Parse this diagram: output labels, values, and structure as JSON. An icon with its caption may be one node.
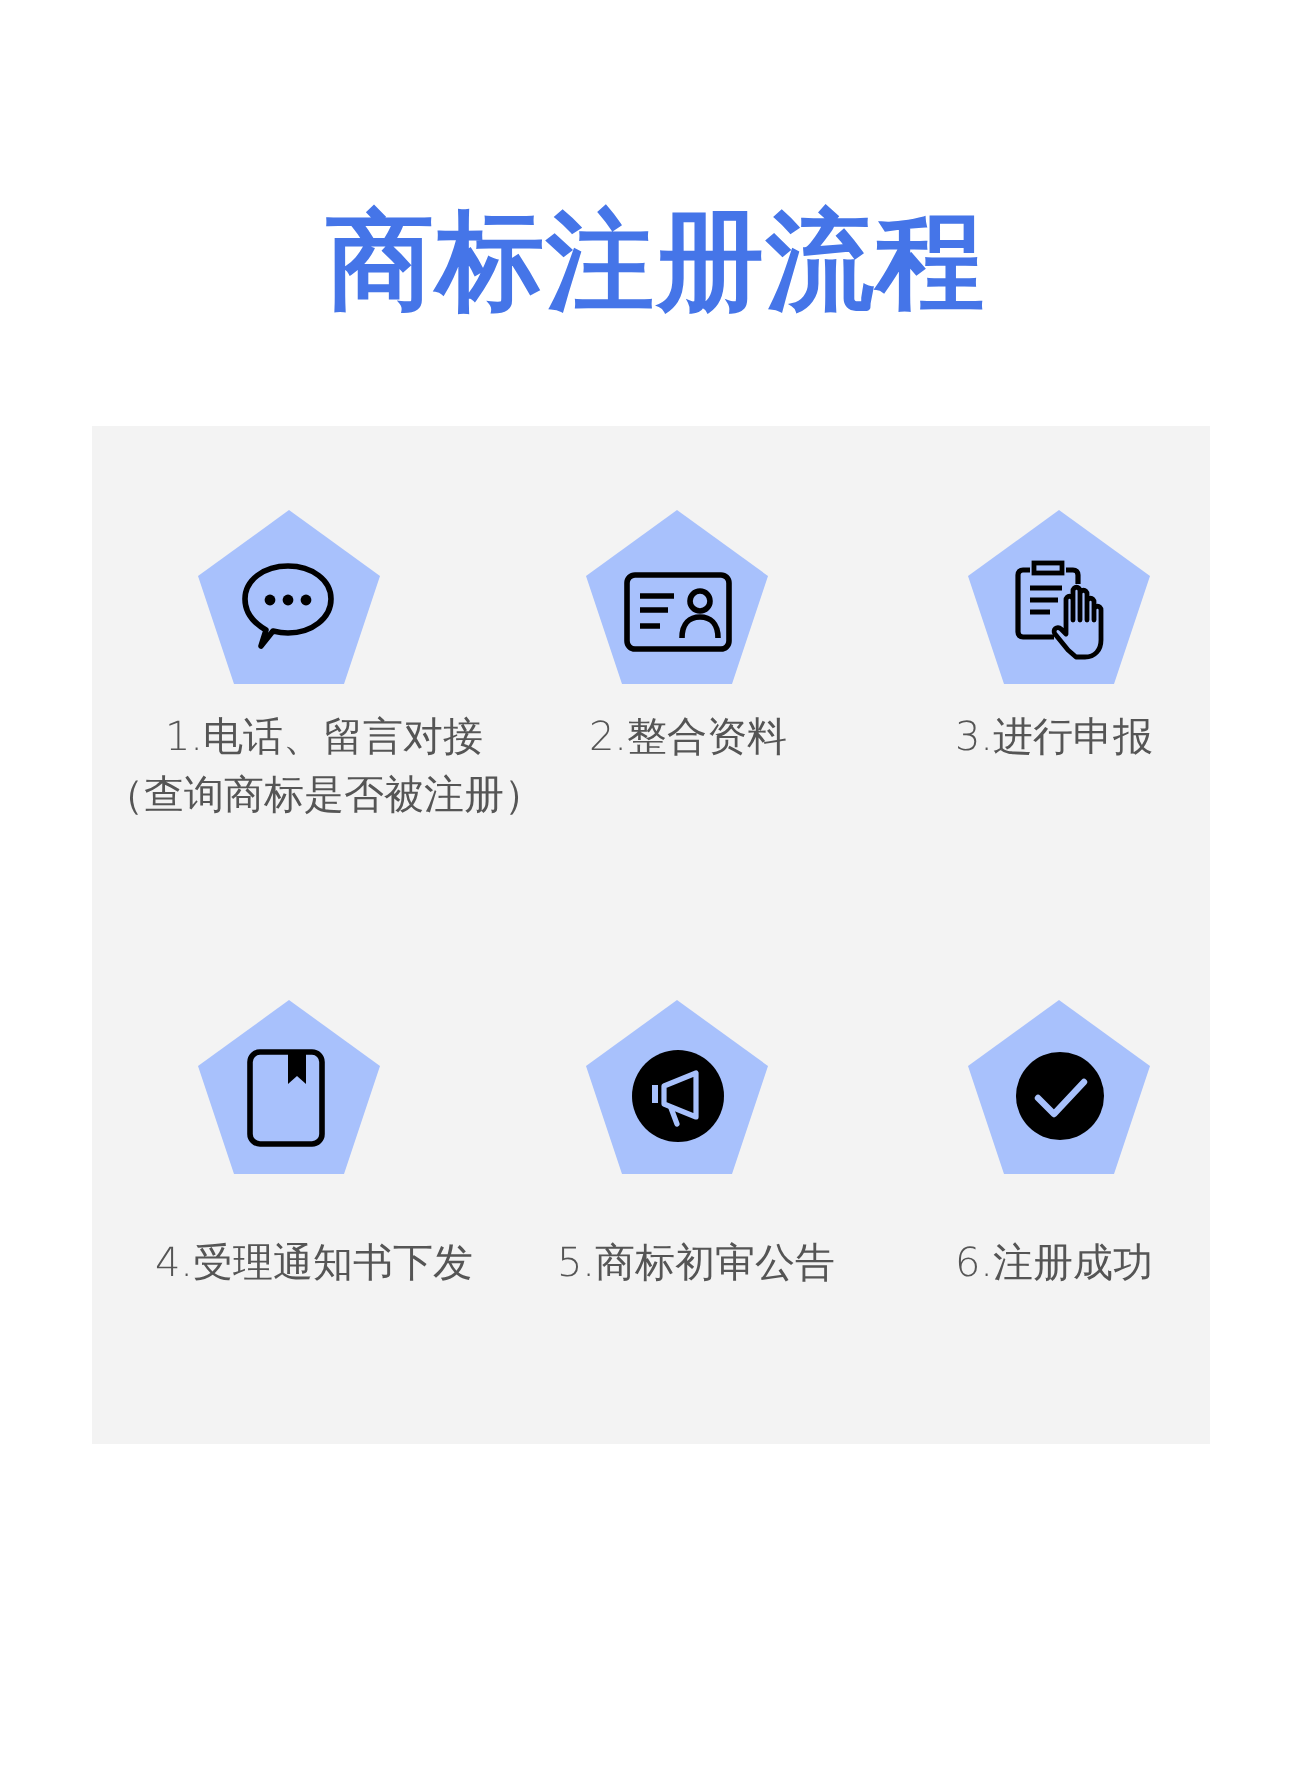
{
  "diagram": {
    "title": "商标注册流程",
    "nodes": [
      {
        "text": [],
        "shape": "box"
      },
      {
        "text": [
          "1.电话、留言对接",
          "（查询商标是否被注册）"
        ],
        "in": 0
      },
      {
        "text": [
          "2.整合资料"
        ],
        "in": 0
      },
      {
        "text": [
          "3.进行申报"
        ],
        "in": 0
      },
      {
        "text": [
          "4.受理通知书下发"
        ],
        "in": 0
      },
      {
        "text": [
          "5.商标初审公告"
        ],
        "in": 0
      },
      {
        "text": [
          "6.注册成功"
        ],
        "in": 0
      }
    ]
  }
}
